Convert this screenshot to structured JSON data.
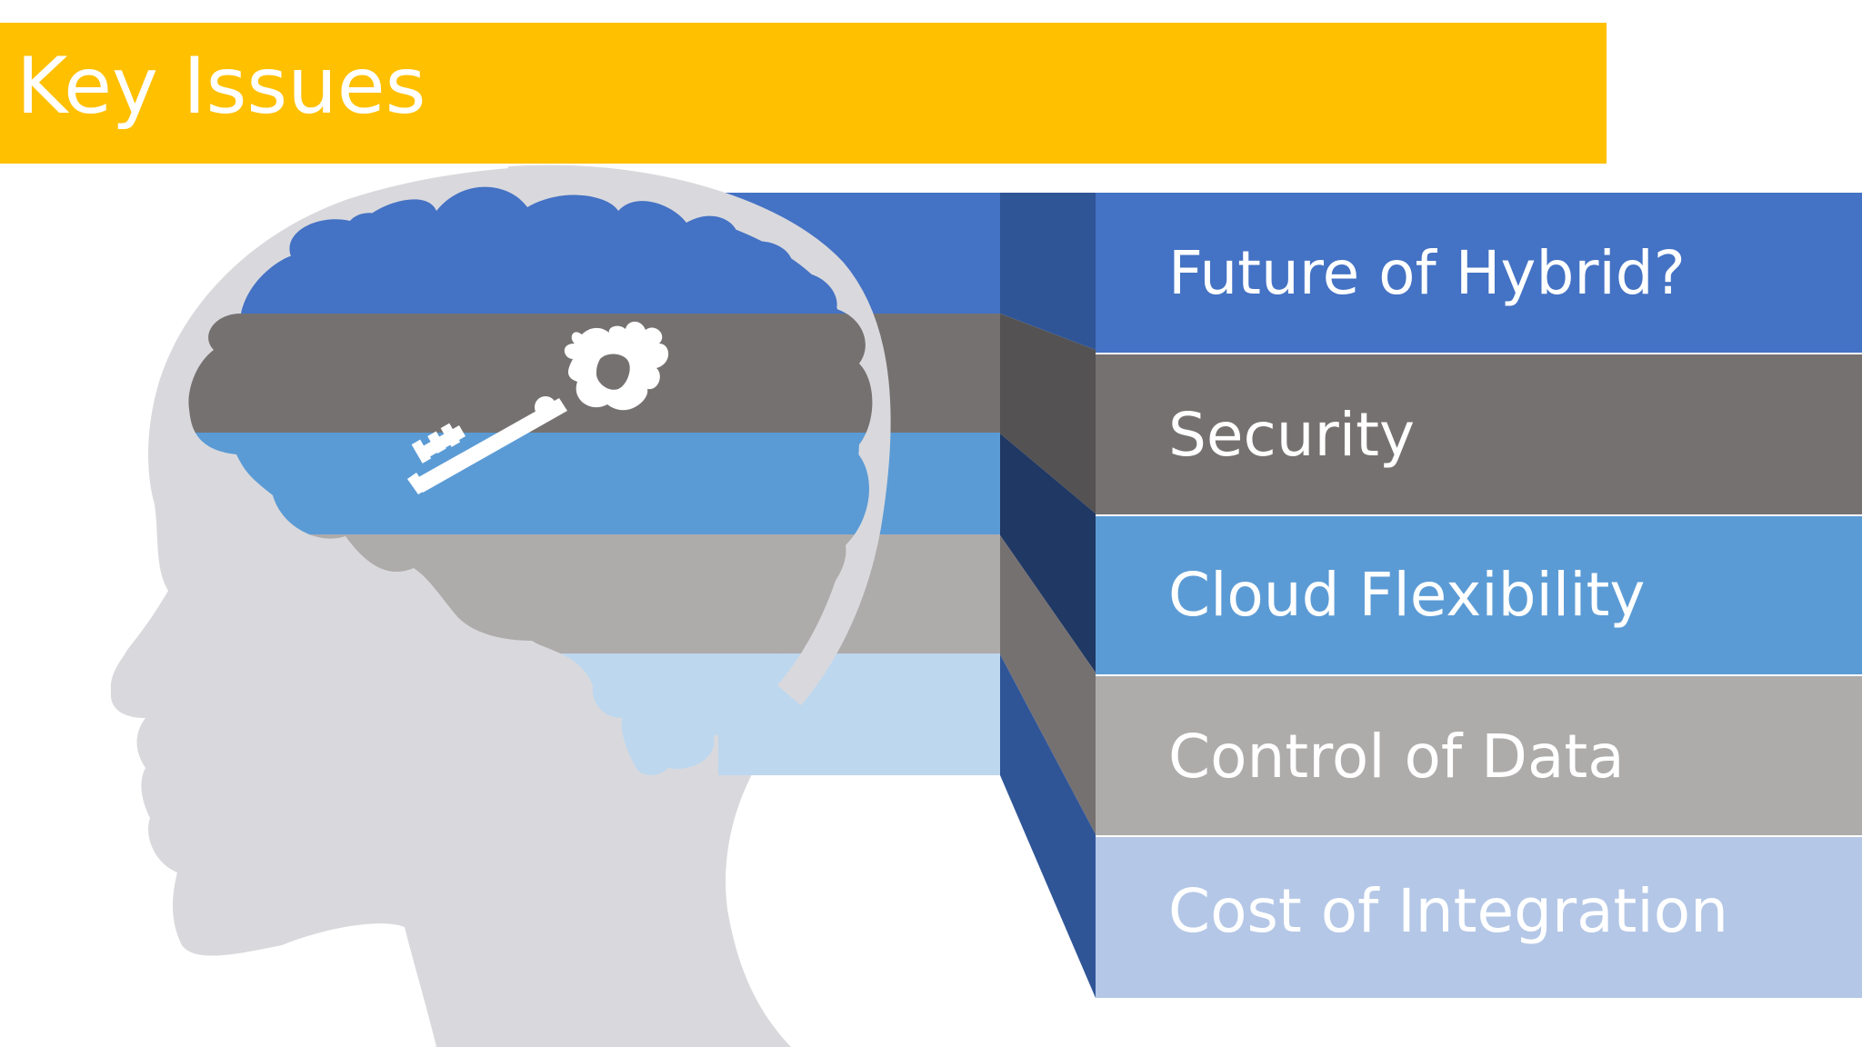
{
  "title": "Key Issues",
  "issues": [
    {
      "label": "Future of Hybrid?",
      "color": "#4472C4"
    },
    {
      "label": "Security",
      "color": "#767171"
    },
    {
      "label": "Cloud Flexibility",
      "color": "#5B9BD5"
    },
    {
      "label": "Control of Data",
      "color": "#AEABAB"
    },
    {
      "label": "Cost of Integration",
      "color": "#B4C7E7"
    }
  ],
  "colors": {
    "title_bar": "#FFC000",
    "head": "#D9D9DD",
    "key": "#FFFFFF",
    "connector_dark_blue": "#2F5597",
    "connector_navy": "#203864",
    "connector_dark_gray": "#545252"
  },
  "icons": {
    "head": "head-silhouette-icon",
    "key": "key-icon"
  }
}
